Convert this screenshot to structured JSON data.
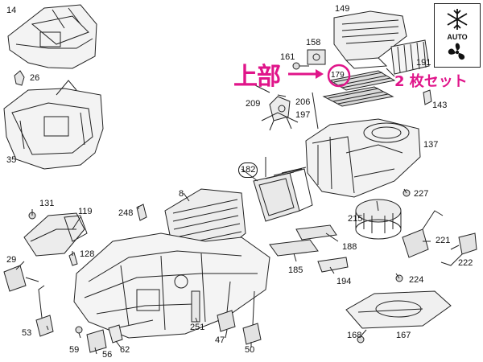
{
  "annotation": {
    "top_label": "上部",
    "set_label": "2 枚セット",
    "accent_color": "#e0158a"
  },
  "auto_panel": {
    "text": "AUTO",
    "icons": [
      "snowflake-icon",
      "fan-icon"
    ]
  },
  "callouts": {
    "n14": "14",
    "n26": "26",
    "n35": "35",
    "n149": "149",
    "n158": "158",
    "n161": "161",
    "n179": "179",
    "n191": "191",
    "n143": "143",
    "n206": "206",
    "n209": "209",
    "n197": "197",
    "n137": "137",
    "n182": "182",
    "n8": "8",
    "n227": "227",
    "n131": "131",
    "n119": "119",
    "n248": "248",
    "n215": "215",
    "n221": "221",
    "n222": "222",
    "n29": "29",
    "n128": "128",
    "n188": "188",
    "n185": "185",
    "n194": "194",
    "n224": "224",
    "n251": "251",
    "n53": "53",
    "n59": "59",
    "n56": "56",
    "n62": "62",
    "n47": "47",
    "n50": "50",
    "n168": "168",
    "n167": "167"
  }
}
